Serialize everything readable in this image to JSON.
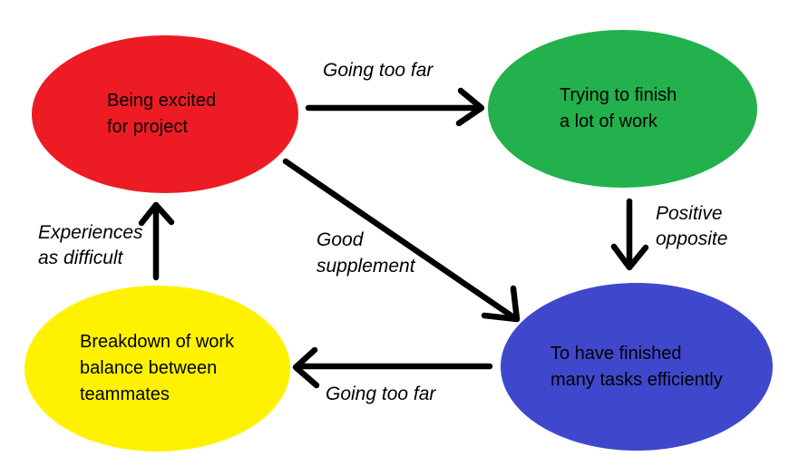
{
  "background": "#ffffff",
  "arrow_color": "#000000",
  "text_color": "#000000",
  "nodes": {
    "excited": {
      "lines": [
        "Being excited",
        "for project"
      ],
      "color": "#ed1c24"
    },
    "trying": {
      "lines": [
        "Trying to finish",
        "a lot of work"
      ],
      "color": "#22b14c"
    },
    "finished": {
      "lines": [
        "To have finished",
        "many tasks efficiently"
      ],
      "color": "#3f48cc"
    },
    "breakdown": {
      "lines": [
        "Breakdown of work",
        "balance between",
        "teammates"
      ],
      "color": "#fff200"
    }
  },
  "edges": {
    "excited_to_trying": {
      "label": "Going too far"
    },
    "trying_to_finished": {
      "label_lines": [
        "Positive",
        "opposite"
      ]
    },
    "excited_to_finished": {
      "label_lines": [
        "Good",
        "supplement"
      ]
    },
    "finished_to_breakdown": {
      "label": "Going too far"
    },
    "breakdown_to_excited": {
      "label_lines": [
        "Experiences",
        "as difficult"
      ]
    }
  }
}
